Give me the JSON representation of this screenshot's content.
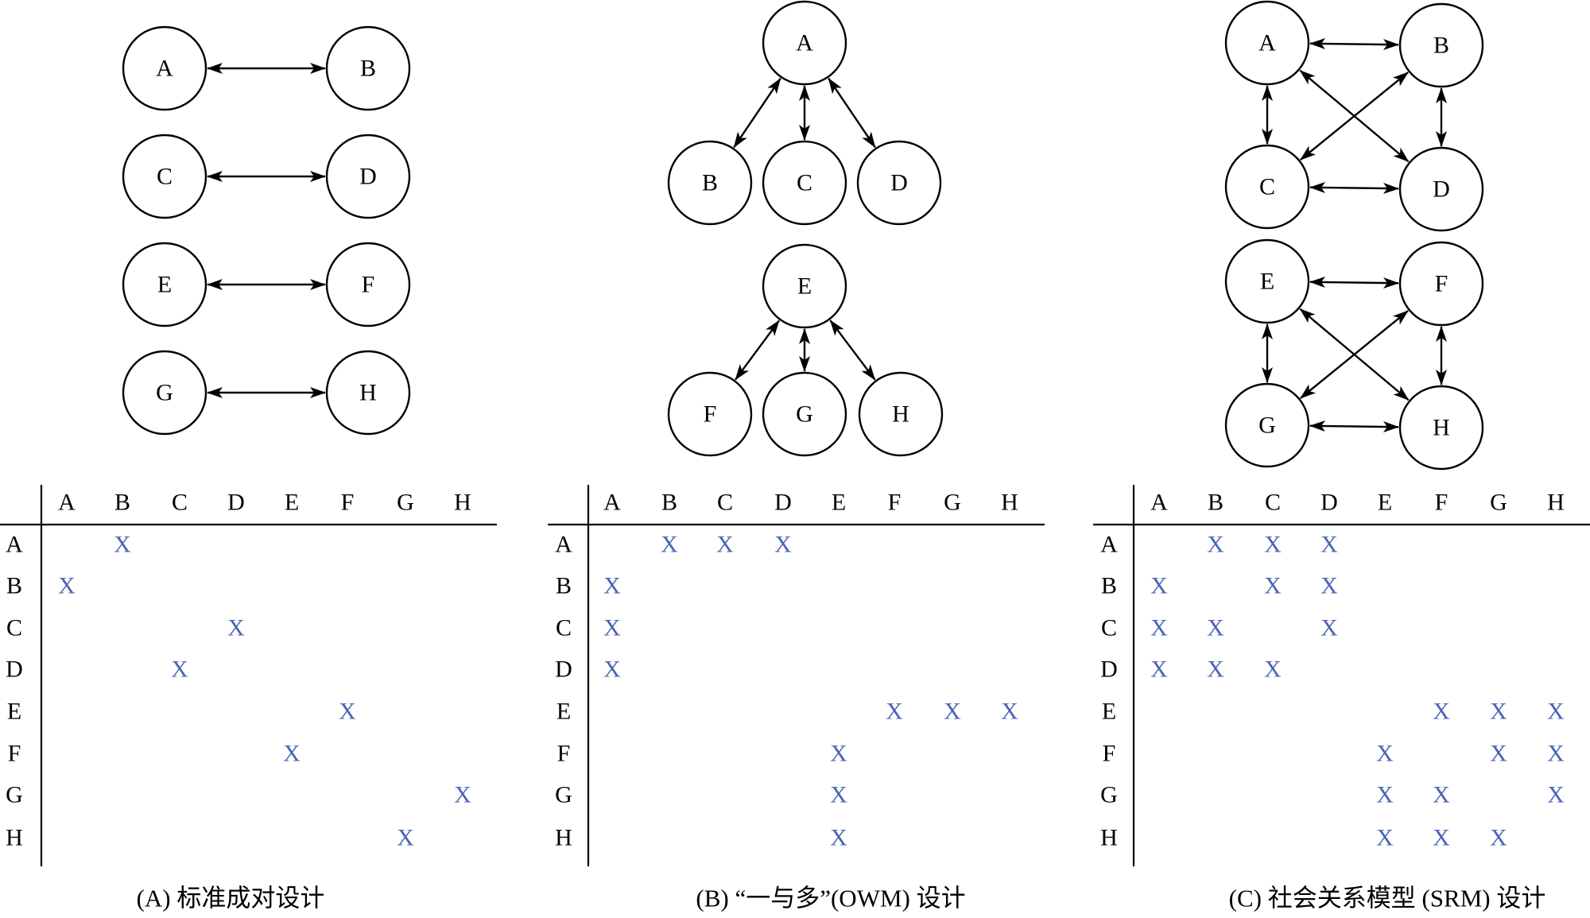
{
  "colors": {
    "line": "#000000",
    "node_fill": "#ffffff",
    "mark": "#4a63b5"
  },
  "mark_symbol": "X",
  "arrow_style": "bidirectional",
  "panels": [
    {
      "id": "A",
      "caption": "(A) 标准成对设计",
      "nodes": [
        "A",
        "B",
        "C",
        "D",
        "E",
        "F",
        "G",
        "H"
      ],
      "edges": [
        [
          "A",
          "B"
        ],
        [
          "C",
          "D"
        ],
        [
          "E",
          "F"
        ],
        [
          "G",
          "H"
        ]
      ],
      "matrix": {
        "columns": [
          "A",
          "B",
          "C",
          "D",
          "E",
          "F",
          "G",
          "H"
        ],
        "rows": [
          "A",
          "B",
          "C",
          "D",
          "E",
          "F",
          "G",
          "H"
        ],
        "cells": [
          [
            "",
            "X",
            "",
            "",
            "",
            "",
            "",
            ""
          ],
          [
            "X",
            "",
            "",
            "",
            "",
            "",
            "",
            ""
          ],
          [
            "",
            "",
            "",
            "X",
            "",
            "",
            "",
            ""
          ],
          [
            "",
            "",
            "X",
            "",
            "",
            "",
            "",
            ""
          ],
          [
            "",
            "",
            "",
            "",
            "",
            "X",
            "",
            ""
          ],
          [
            "",
            "",
            "",
            "",
            "X",
            "",
            "",
            ""
          ],
          [
            "",
            "",
            "",
            "",
            "",
            "",
            "",
            "X"
          ],
          [
            "",
            "",
            "",
            "",
            "",
            "",
            "X",
            ""
          ]
        ]
      }
    },
    {
      "id": "B",
      "caption": "(B) “一与多”(OWM) 设计",
      "nodes": [
        "A",
        "B",
        "C",
        "D",
        "E",
        "F",
        "G",
        "H"
      ],
      "edges": [
        [
          "A",
          "B"
        ],
        [
          "A",
          "C"
        ],
        [
          "A",
          "D"
        ],
        [
          "E",
          "F"
        ],
        [
          "E",
          "G"
        ],
        [
          "E",
          "H"
        ]
      ],
      "matrix": {
        "columns": [
          "A",
          "B",
          "C",
          "D",
          "E",
          "F",
          "G",
          "H"
        ],
        "rows": [
          "A",
          "B",
          "C",
          "D",
          "E",
          "F",
          "G",
          "H"
        ],
        "cells": [
          [
            "",
            "X",
            "X",
            "X",
            "",
            "",
            "",
            ""
          ],
          [
            "X",
            "",
            "",
            "",
            "",
            "",
            "",
            ""
          ],
          [
            "X",
            "",
            "",
            "",
            "",
            "",
            "",
            ""
          ],
          [
            "X",
            "",
            "",
            "",
            "",
            "",
            "",
            ""
          ],
          [
            "",
            "",
            "",
            "",
            "",
            "X",
            "X",
            "X"
          ],
          [
            "",
            "",
            "",
            "",
            "X",
            "",
            "",
            ""
          ],
          [
            "",
            "",
            "",
            "",
            "X",
            "",
            "",
            ""
          ],
          [
            "",
            "",
            "",
            "",
            "X",
            "",
            "",
            ""
          ]
        ]
      }
    },
    {
      "id": "C",
      "caption": "(C) 社会关系模型 (SRM) 设计",
      "nodes": [
        "A",
        "B",
        "C",
        "D",
        "E",
        "F",
        "G",
        "H"
      ],
      "edges": [
        [
          "A",
          "B"
        ],
        [
          "A",
          "C"
        ],
        [
          "A",
          "D"
        ],
        [
          "B",
          "C"
        ],
        [
          "B",
          "D"
        ],
        [
          "C",
          "D"
        ],
        [
          "E",
          "F"
        ],
        [
          "E",
          "G"
        ],
        [
          "E",
          "H"
        ],
        [
          "F",
          "G"
        ],
        [
          "F",
          "H"
        ],
        [
          "G",
          "H"
        ]
      ],
      "matrix": {
        "columns": [
          "A",
          "B",
          "C",
          "D",
          "E",
          "F",
          "G",
          "H"
        ],
        "rows": [
          "A",
          "B",
          "C",
          "D",
          "E",
          "F",
          "G",
          "H"
        ],
        "cells": [
          [
            "",
            "X",
            "X",
            "X",
            "",
            "",
            "",
            ""
          ],
          [
            "X",
            "",
            "X",
            "X",
            "",
            "",
            "",
            ""
          ],
          [
            "X",
            "X",
            "",
            "X",
            "",
            "",
            "",
            ""
          ],
          [
            "X",
            "X",
            "X",
            "",
            "",
            "",
            "",
            ""
          ],
          [
            "",
            "",
            "",
            "",
            "",
            "X",
            "X",
            "X"
          ],
          [
            "",
            "",
            "",
            "",
            "X",
            "",
            "X",
            "X"
          ],
          [
            "",
            "",
            "",
            "",
            "X",
            "X",
            "",
            "X"
          ],
          [
            "",
            "",
            "",
            "",
            "X",
            "X",
            "X",
            ""
          ]
        ]
      }
    }
  ]
}
